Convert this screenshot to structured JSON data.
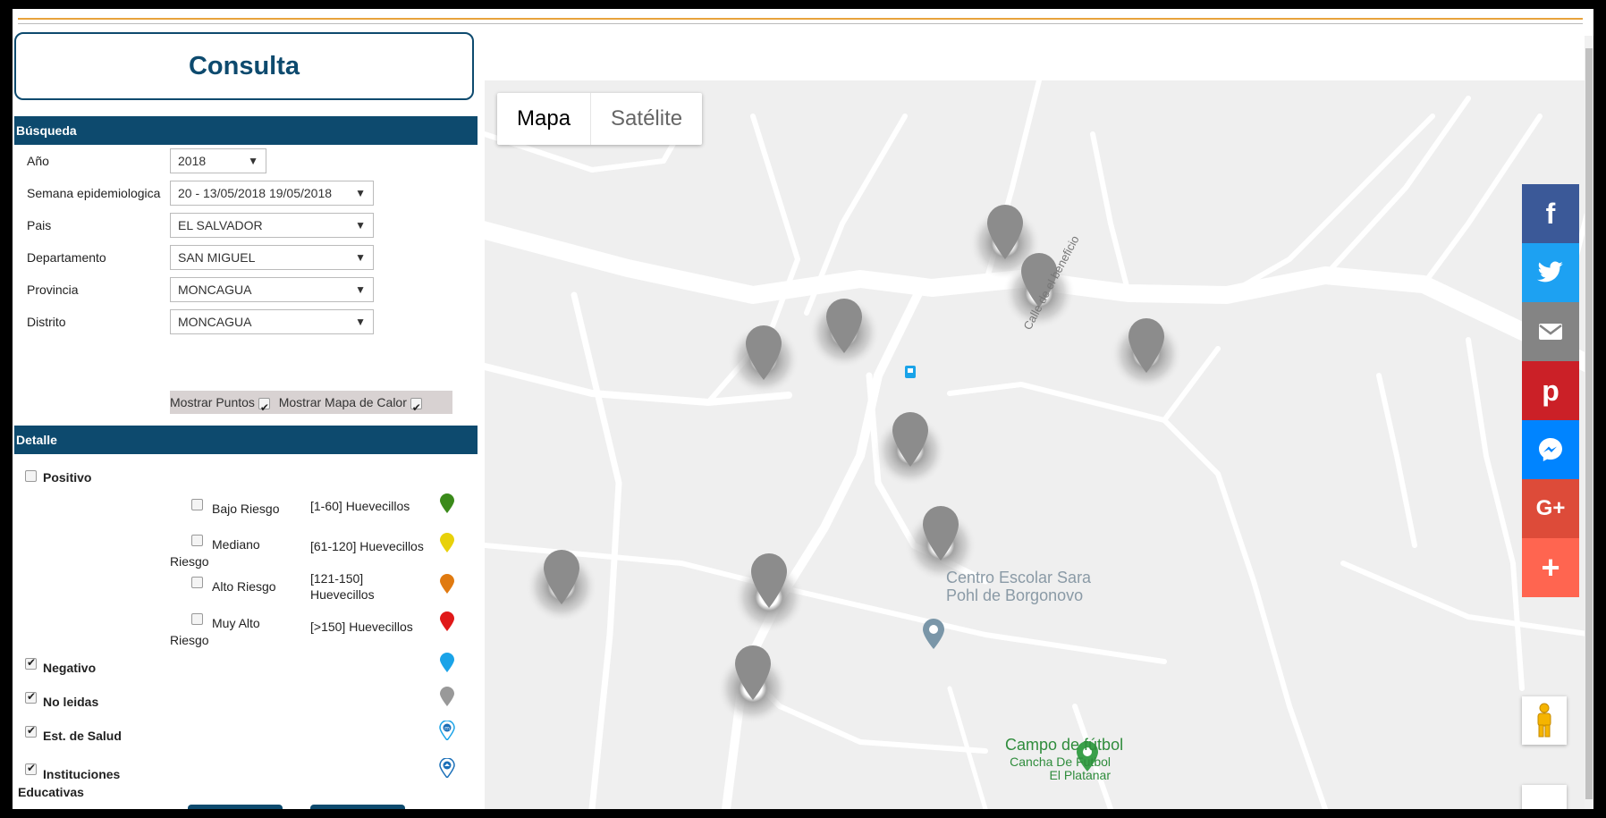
{
  "panel": {
    "title": "Consulta",
    "search_header": "Búsqueda",
    "fields": [
      {
        "label": "Año",
        "value": "2018"
      },
      {
        "label": "Semana epidemiologica",
        "value": "20 - 13/05/2018 19/05/2018"
      },
      {
        "label": "Pais",
        "value": "EL SALVADOR"
      },
      {
        "label": "Departamento",
        "value": "SAN MIGUEL"
      },
      {
        "label": "Provincia",
        "value": "MONCAGUA"
      },
      {
        "label": "Distrito",
        "value": "MONCAGUA"
      }
    ],
    "toggles": {
      "show_points": "Mostrar Puntos",
      "show_points_checked": true,
      "show_heatmap": "Mostrar Mapa de Calor",
      "show_heatmap_checked": true
    },
    "detail_header": "Detalle",
    "positive": {
      "label": "Positivo",
      "checked": false
    },
    "risk_levels": [
      {
        "label": "Bajo Riesgo",
        "range": "[1-60] Huevecillos",
        "color": "#3a8a1a",
        "checked": false
      },
      {
        "label": "Mediano Riesgo",
        "range": "[61-120] Huevecillos",
        "color": "#e8d10a",
        "checked": false
      },
      {
        "label": "Alto Riesgo",
        "range": "[121-150] Huevecillos",
        "color": "#e07a10",
        "checked": false
      },
      {
        "label": "Muy Alto Riesgo",
        "range": "[>150] Huevecillos",
        "color": "#e01818",
        "checked": false
      }
    ],
    "others": [
      {
        "label": "Negativo",
        "checked": true,
        "color": "#1aa3e8",
        "icon": "pin-icon"
      },
      {
        "label": "No leidas",
        "checked": true,
        "color": "#999999",
        "icon": "pin-icon"
      },
      {
        "label": "Est. de Salud",
        "checked": true,
        "color": "#1aa3e8",
        "icon": "health-center-icon"
      },
      {
        "label": "Instituciones Educativas",
        "checked": true,
        "color": "#1a6fb8",
        "icon": "school-icon"
      }
    ]
  },
  "map": {
    "types": {
      "map": "Mapa",
      "satellite": "Satélite"
    },
    "labels": {
      "street": "Calle de el beneficio",
      "school_line1": "Centro Escolar Sara",
      "school_line2": "Pohl de Borgonovo",
      "field_title": "Campo de fútbol",
      "field_sub1": "Cancha De Futbol",
      "field_sub2": "El Platanar"
    }
  },
  "social": [
    {
      "name": "facebook",
      "glyph": "f",
      "color": "#3b5998"
    },
    {
      "name": "twitter",
      "glyph": "t",
      "color": "#1da1f2"
    },
    {
      "name": "email",
      "glyph": "✉",
      "color": "#848484"
    },
    {
      "name": "pinterest",
      "glyph": "p",
      "color": "#cb2027"
    },
    {
      "name": "messenger",
      "glyph": "m",
      "color": "#0084ff"
    },
    {
      "name": "google-plus",
      "glyph": "G+",
      "color": "#dd4b39"
    },
    {
      "name": "more",
      "glyph": "+",
      "color": "#ff6550"
    }
  ]
}
